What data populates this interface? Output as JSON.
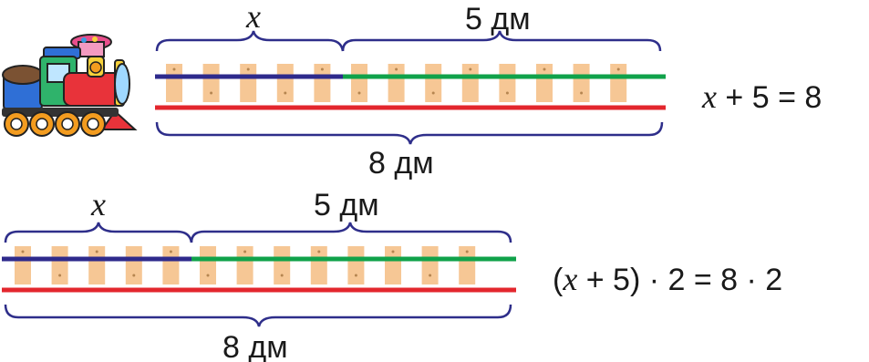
{
  "rows": [
    {
      "top_left_label": "x",
      "top_right_label": "5 дм",
      "bottom_label": "8 дм",
      "equation": {
        "var": "x",
        "rest": " + 5 = 8"
      }
    },
    {
      "top_left_label": "x",
      "top_right_label": "5 дм",
      "bottom_label": "8 дм",
      "equation": {
        "open": "(",
        "var": "x",
        "rest": " + 5) · 2 = 8 · 2"
      }
    }
  ],
  "colors": {
    "unknown_segment": "#2e2a8c",
    "known_segment": "#10a24a",
    "total_rail": "#e3262d",
    "sleeper": "#f6c795",
    "brace": "#2e2e8a"
  },
  "icons": {
    "toy_train": "toy-train-icon"
  }
}
